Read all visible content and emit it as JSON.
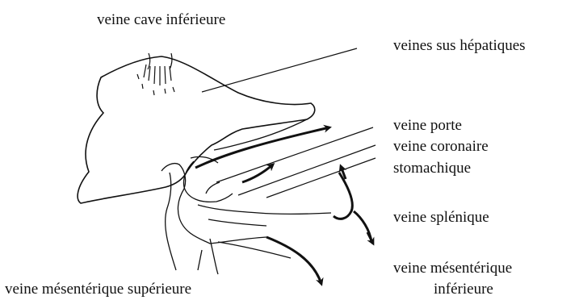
{
  "labels": {
    "vci": "veine cave inférieure",
    "vsh": "veines sus hépatiques",
    "porte": "veine porte",
    "coronaire_1": "veine coronaire",
    "coronaire_2": "stomachique",
    "splenique": "veine splénique",
    "vmi_1": "veine mésentérique",
    "vmi_2": "inférieure",
    "vms": "veine mésentérique supérieure"
  },
  "colors": {
    "ink": "#111111",
    "background": "#ffffff"
  }
}
